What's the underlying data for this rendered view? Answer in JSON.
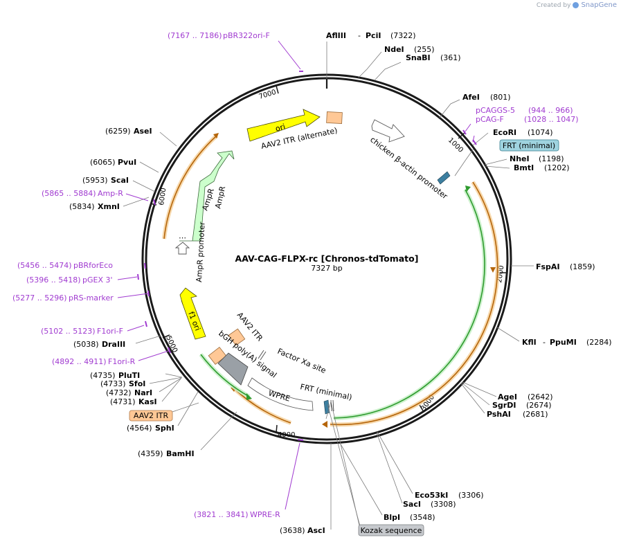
{
  "credit": {
    "prefix": "Created by",
    "brand": "SnapGene"
  },
  "plasmid": {
    "name": "AAV-CAG-FLPX-rc [Chronos-tdTomato]",
    "length_label": "7327 bp"
  },
  "ticks": [
    "1000",
    "2000",
    "3000",
    "4000",
    "5000",
    "6000",
    "7000"
  ],
  "sites": {
    "afliii": {
      "name": "AflIII",
      "name2": "PciI",
      "pos": "(7322)"
    },
    "ndei": {
      "name": "NdeI",
      "pos": "(255)"
    },
    "snabi": {
      "name": "SnaBI",
      "pos": "(361)"
    },
    "afei": {
      "name": "AfeI",
      "pos": "(801)"
    },
    "ecori": {
      "name": "EcoRI",
      "pos": "(1074)"
    },
    "nhei": {
      "name": "NheI",
      "pos": "(1198)"
    },
    "bmti": {
      "name": "BmtI",
      "pos": "(1202)"
    },
    "fspai": {
      "name": "FspAI",
      "pos": "(1859)"
    },
    "kfli": {
      "name": "KflI",
      "name2": "PpuMI",
      "pos": "(2284)"
    },
    "agei": {
      "name": "AgeI",
      "pos": "(2642)"
    },
    "sgrdi": {
      "name": "SgrDI",
      "pos": "(2674)"
    },
    "pshai": {
      "name": "PshAI",
      "pos": "(2681)"
    },
    "eco53ki": {
      "name": "Eco53kI",
      "pos": "(3306)"
    },
    "saci": {
      "name": "SacI",
      "pos": "(3308)"
    },
    "blpi": {
      "name": "BlpI",
      "pos": "(3548)"
    },
    "asci": {
      "name": "AscI",
      "pos": "(3638)"
    },
    "bamhi": {
      "name": "BamHI",
      "pos": "(4359)"
    },
    "sphi": {
      "name": "SphI",
      "pos": "(4564)"
    },
    "kasi": {
      "name": "KasI",
      "pos": "(4731)"
    },
    "nari": {
      "name": "NarI",
      "pos": "(4732)"
    },
    "sfoi": {
      "name": "SfoI",
      "pos": "(4733)"
    },
    "pluti": {
      "name": "PluTI",
      "pos": "(4735)"
    },
    "draiii": {
      "name": "DraIII",
      "pos": "(5038)"
    },
    "xmni": {
      "name": "XmnI",
      "pos": "(5834)"
    },
    "scai": {
      "name": "ScaI",
      "pos": "(5953)"
    },
    "pvui": {
      "name": "PvuI",
      "pos": "(6065)"
    },
    "asei": {
      "name": "AseI",
      "pos": "(6259)"
    }
  },
  "primers": {
    "pbr322": {
      "range": "(7167 .. 7186)",
      "name": "pBR322ori-F"
    },
    "pcaggs5": {
      "name": "pCAGGS-5",
      "range": "(944 .. 966)"
    },
    "pcagf": {
      "name": "pCAG-F",
      "range": "(1028 .. 1047)"
    },
    "ampr": {
      "range": "(5865 .. 5884)",
      "name": "Amp-R"
    },
    "pbrforeco": {
      "range": "(5456 .. 5474)",
      "name": "pBRforEco"
    },
    "pgex3": {
      "range": "(5396 .. 5418)",
      "name": "pGEX 3'"
    },
    "prsmarker": {
      "range": "(5277 .. 5296)",
      "name": "pRS-marker"
    },
    "f1orif": {
      "range": "(5102 .. 5123)",
      "name": "F1ori-F"
    },
    "f1orir": {
      "range": "(4892 .. 4911)",
      "name": "F1ori-R"
    },
    "wprer": {
      "range": "(3821 .. 3841)",
      "name": "WPRE-R"
    }
  },
  "features": {
    "frt_min_box": "FRT (minimal)",
    "aav2_itr_box": "AAV2 ITR",
    "kozak_box": "Kozak sequence",
    "ori": "ori",
    "aav2_itr_alt": "AAV2 ITR (alternate)",
    "chicken_actin": "chicken β-actin promoter",
    "ampr": "AmpR",
    "ampr_promoter": "AmpR promoter",
    "f1_ori": "f1 ori",
    "aav2_itr_inner": "AAV2 ITR",
    "bgh": "bGH poly(A) signal",
    "factor_xa": "Factor Xa site",
    "wpre": "WPRE",
    "frt_min_inner": "FRT (minimal)"
  },
  "colors": {
    "backbone": "#1a1a1a",
    "ori": "#ffff00",
    "itr": "#ffc896",
    "ampr": "#ccffcc",
    "f1ori": "#ffff00",
    "orf_green": "#2e9b2e",
    "orf_orange": "#e07a10",
    "frt": "#3c7fa0",
    "primer": "#a03ad0",
    "frt_box": "#9fd3df",
    "kozak_box": "#c6c9cd",
    "itr_box": "#ffc896"
  }
}
